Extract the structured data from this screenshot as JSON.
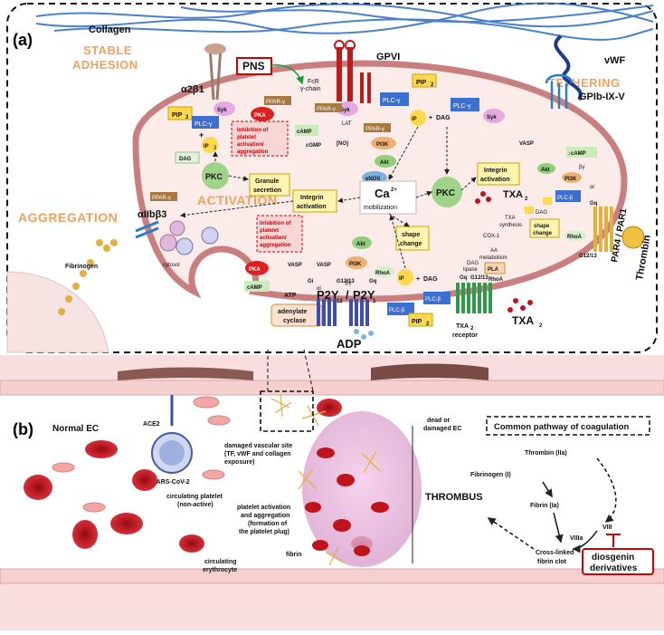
{
  "panel_a": {
    "label": "(a)",
    "collagen": "Collagen",
    "stable_adhesion_1": "STABLE",
    "stable_adhesion_2": "ADHESION",
    "tethering": "TETHERING",
    "aggregation": "AGGREGATION",
    "activation": "ACTIVATION",
    "a2b1": "α2β1",
    "aiib3": "αIIbβ3",
    "pns": "PNS",
    "gpvi": "GPVI",
    "fcr_1": "FcR",
    "fcr_2": "γ-chain",
    "vwf": "vWF",
    "gpib": "GPIb-IX-V",
    "fibrinogen": "Fibrinogen",
    "cytosol": "cytosol",
    "thrombin": "Thrombin",
    "par": "PAR4 / PAR1",
    "adp": "ADP",
    "txa2_receptor_1": "TXA",
    "txa2_receptor_2": "receptor",
    "txa2": "TXA",
    "p2y": "P2Y",
    "p2y12": "12",
    "p2y1": "1",
    "pip2": "PIP",
    "pip3": "PIP",
    "plc_g": "PLC-γ",
    "plc_b": "PLC-β",
    "syk": "Syk",
    "lat": "LAT",
    "ppar": "PPAR-γ",
    "pi3k": "PI3K",
    "akt": "Akt",
    "enos": "eNOS",
    "pka": "PKA",
    "camp": "cAMP",
    "cgmp": "cGMP",
    "no": "[NO]",
    "ip3": "IP",
    "dag": "DAG",
    "pkc": "PKC",
    "granule_1": "Granule",
    "granule_2": "secretion",
    "integrin_1": "Integrin",
    "integrin_2": "activation",
    "ca_1": "Ca",
    "ca_2": "mobilization",
    "shape_1": "shape",
    "shape_2": "change",
    "inhibition_1": "Inhibition of",
    "inhibition_2": "platelet",
    "inhibition_3": "activation/",
    "inhibition_4": "aggregation",
    "vasp": "VASP",
    "atp": "ATP",
    "adenylate_1": "adenylate",
    "adenylate_2": "cyclase",
    "rhoa": "RhoA",
    "gi": "Gi",
    "gq": "Gq",
    "g1213": "G12/13",
    "cox1": "COX-1",
    "txa2_synth_1": "TXA",
    "txa2_synth_2": "synthesis",
    "aa_1": "AA",
    "aa_2": "metabolism",
    "dag_lipase_1": "DAG",
    "dag_lipase_2": "lipase",
    "pla2": "PLA",
    "integrin_right_1": "Integrin",
    "integrin_right_2": "activation",
    "camp_down": "↓cAMP",
    "alpha_i": "αi",
    "beta_g": "βγ",
    "plus": "+"
  },
  "panel_b": {
    "label": "(b)",
    "normal_ec": "Normal EC",
    "ace2": "ACE2",
    "sars": "SARS-CoV-2",
    "damaged_site_1": "damaged vascular site",
    "damaged_site_2": "(TF, vWF and collagen",
    "damaged_site_3": "exposure)",
    "circ_platelet_1": "circulating platelet",
    "circ_platelet_2": "(non-active)",
    "activation_1": "platelet activation",
    "activation_2": "and aggregation",
    "activation_3": "(formation of",
    "activation_4": "the platelet plug)",
    "fibrin": "fibrin",
    "circ_ery_1": "circulating",
    "circ_ery_2": "erythrocyte",
    "dead_ec_1": "dead or",
    "dead_ec_2": "damaged EC",
    "thrombus": "THROMBUS",
    "common_pathway": "Common pathway of coagulation",
    "thrombin_iia": "Thrombin (IIa)",
    "fibrinogen_i": "Fibrinogen (I)",
    "fibrin_ia": "Fibrin (Ia)",
    "viii": "VIII",
    "viiia": "VIIIa",
    "crosslinked_1": "Cross-linked",
    "crosslinked_2": "fibrin clot",
    "diosgenin_1": "diosgenin",
    "diosgenin_2": "derivatives"
  },
  "colors": {
    "platelet_border": "#c97f7f",
    "platelet_fill": "#fbecea",
    "yellow_box": "#ffd84d",
    "blue_box": "#3b6fd1",
    "pkc_green": "#9fd38a",
    "pka_red": "#e02020",
    "highlight_red": "#d00000",
    "collagen_blue": "#2b6cc4",
    "activation_orange": "#f0a060"
  }
}
